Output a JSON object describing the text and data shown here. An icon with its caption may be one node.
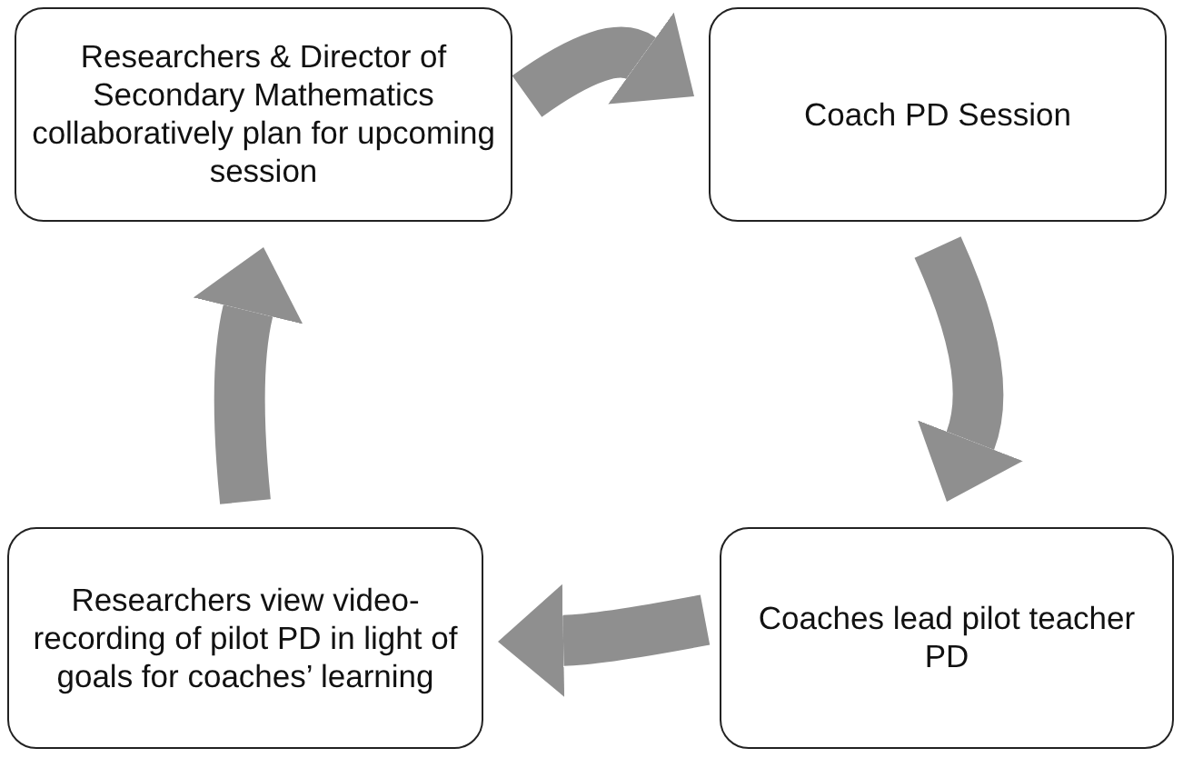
{
  "diagram": {
    "nodes": [
      {
        "text": [
          "Researchers & Director of Secondary Mathematics collaboratively plan for upcoming session"
        ]
      },
      {
        "text": [
          "Coach PD Session"
        ]
      },
      {
        "text": [
          "Coaches lead pilot teacher PD"
        ]
      },
      {
        "text": [
          "Researchers view video-recording of pilot PD in light of goals for coaches’ learning"
        ]
      }
    ],
    "edges": [
      {
        "from": 0,
        "to": 1,
        "arrow": "to"
      },
      {
        "from": 1,
        "to": 2,
        "arrow": "to"
      },
      {
        "from": 2,
        "to": 3,
        "arrow": "to"
      },
      {
        "from": 3,
        "to": 0,
        "arrow": "to"
      }
    ]
  }
}
